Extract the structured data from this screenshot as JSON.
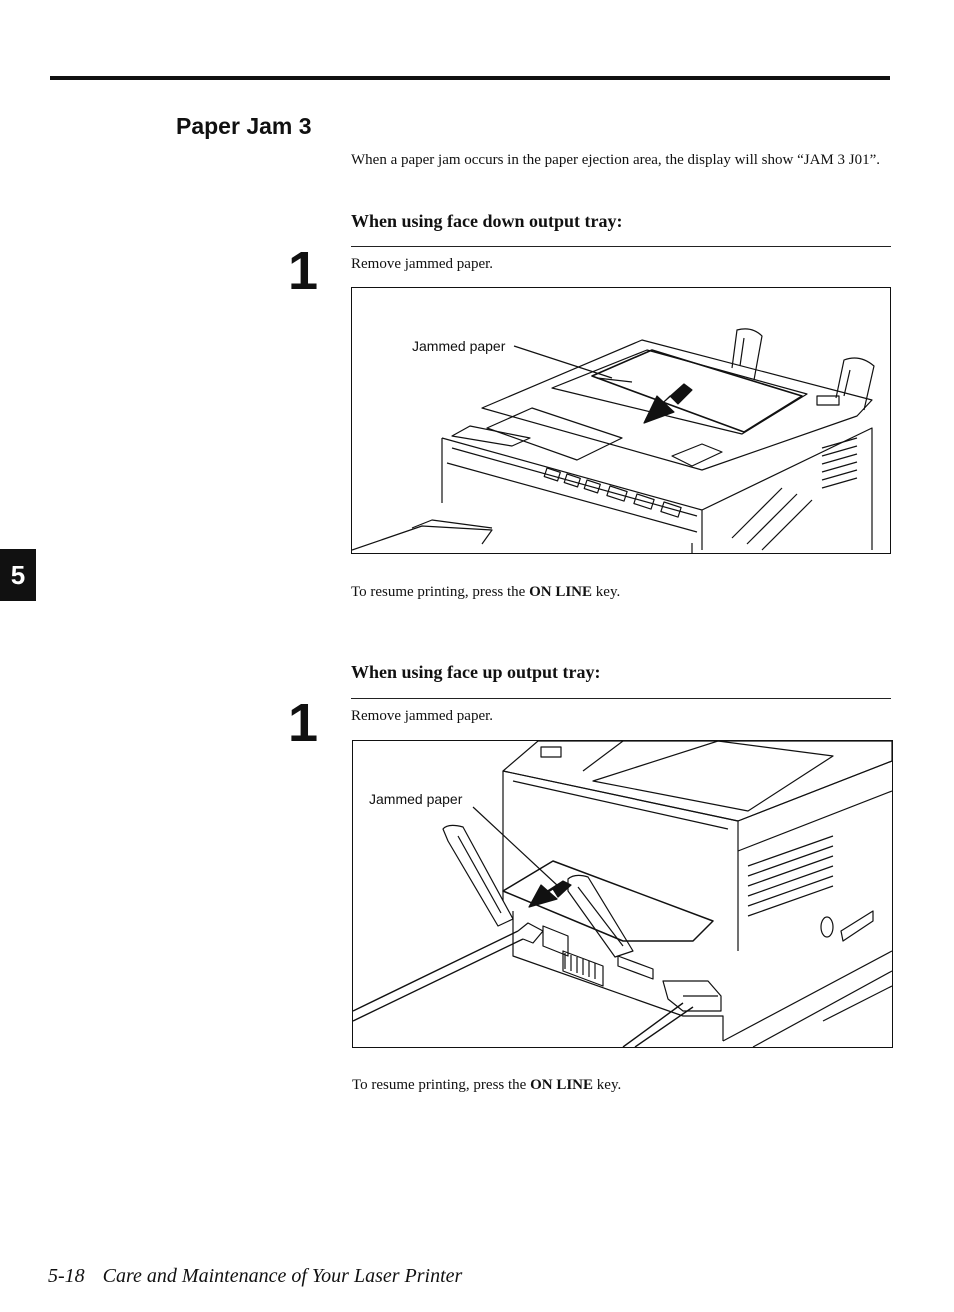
{
  "section_title": "Paper Jam 3",
  "intro_text": "When a paper jam occurs in the paper ejection area, the display will show “JAM 3 J01”.",
  "face_down": {
    "heading": "When using face down output tray:",
    "step_number": "1",
    "step_text": "Remove jammed paper.",
    "callout": "Jammed paper",
    "resume_prefix": "To resume printing, press the ",
    "resume_key": "ON LINE",
    "resume_suffix": " key."
  },
  "face_up": {
    "heading": "When using face up output tray:",
    "step_number": "1",
    "step_text": "Remove jammed paper.",
    "callout": "Jammed paper",
    "resume_prefix": "To resume printing, press the ",
    "resume_key": "ON LINE",
    "resume_suffix": " key."
  },
  "chapter_tab": "5",
  "footer": {
    "page_number": "5-18",
    "chapter_title": "Care and Maintenance of Your Laser Printer"
  }
}
